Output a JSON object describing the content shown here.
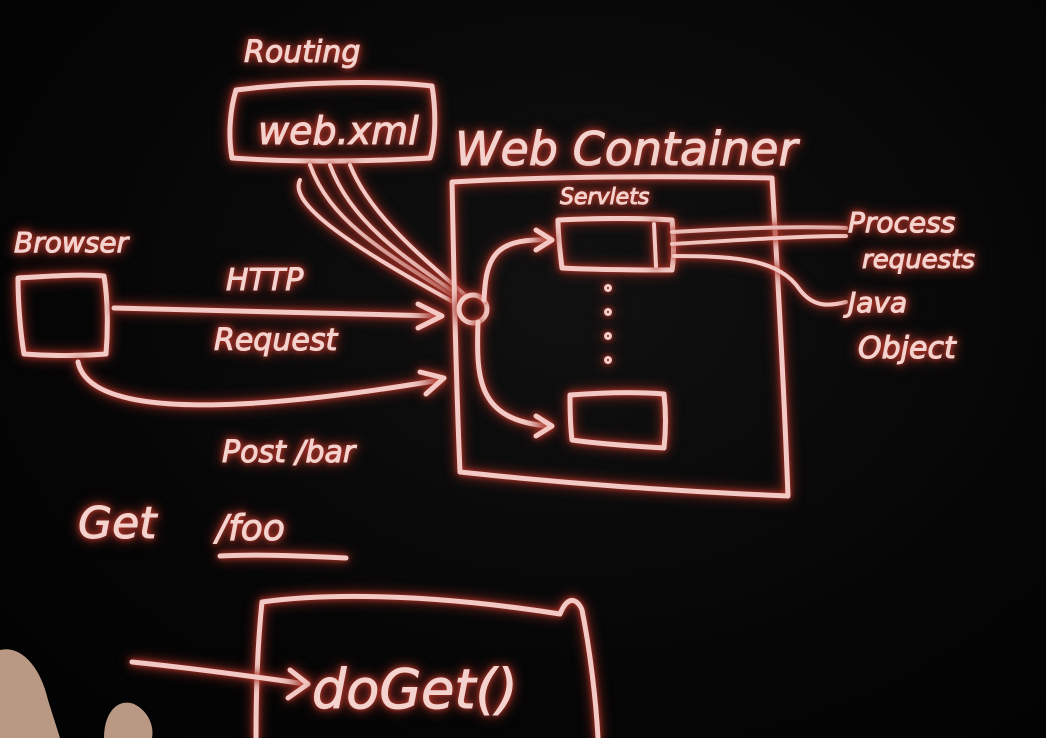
{
  "diagram": {
    "nodes": {
      "routing": {
        "label": "Routing",
        "file": "web.xml"
      },
      "container": {
        "label": "Web Container",
        "servlets_label": "Servlets"
      },
      "browser": {
        "label": "Browser"
      },
      "request": {
        "label_line1": "HTTP",
        "label_line2": "Request"
      },
      "post": {
        "label": "Post /bar"
      },
      "get": {
        "label": "Get",
        "path": "/foo"
      },
      "method": {
        "label": "doGet()"
      },
      "process": {
        "label_line1": "Process",
        "label_line2": "requests"
      },
      "java": {
        "label_line1": "Java",
        "label_line2": "Object"
      }
    },
    "colors": {
      "board": "#050505",
      "chalk": "#f2c9c4",
      "glow": "#c0392b"
    }
  }
}
